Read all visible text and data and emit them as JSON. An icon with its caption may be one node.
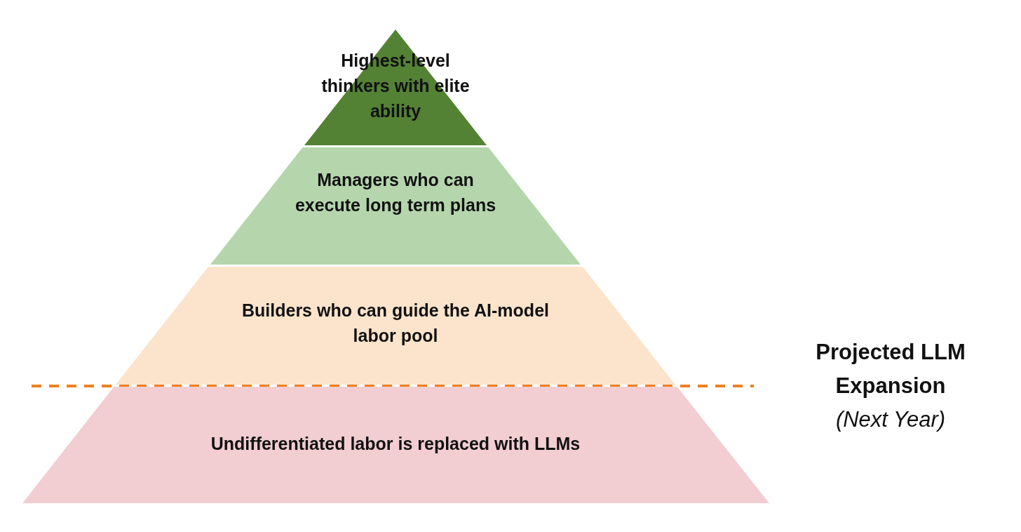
{
  "diagram": {
    "nodes": [
      {
        "text": [
          "Highest-level thinkers with elite ability"
        ]
      },
      {
        "text": [
          "Managers who can execute long term plans"
        ]
      },
      {
        "text": [
          "Builders who can guide the AI-model labor pool"
        ]
      },
      {
        "text": [
          "Undifferentiated labor is replaced with LLMs"
        ]
      }
    ],
    "labels": [
      "Projected LLM Expansion",
      "(Next Year)"
    ]
  }
}
